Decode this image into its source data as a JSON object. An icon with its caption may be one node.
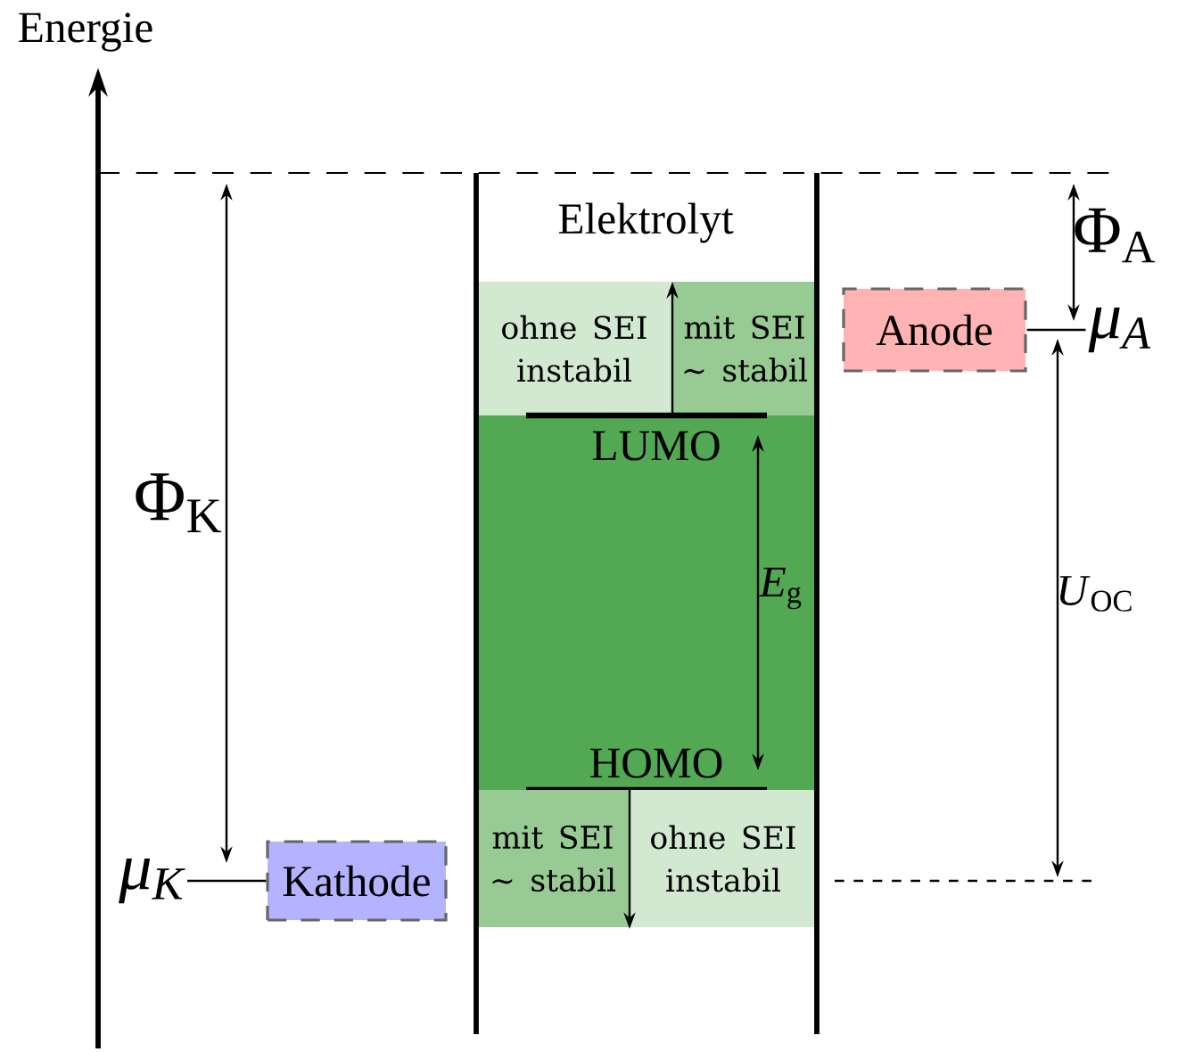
{
  "diagram": {
    "nodes": [
      {
        "text": [
          "ohne SEI instabil"
        ]
      },
      {
        "text": [
          "mit SEI ∼ stabil"
        ]
      },
      {
        "text": [
          "μ$_{A}$"
        ]
      },
      {
        "text": [
          "Anode"
        ]
      },
      {
        "text": [
          "LUMO",
          "HOMO"
        ]
      },
      {
        "text": [
          "μ$_{K}$"
        ]
      },
      {
        "text": [
          "Kathode"
        ]
      },
      {
        "text": [
          "mit SEI ∼ stabil"
        ]
      },
      {
        "text": [
          "ohne SEI instabil"
        ]
      }
    ],
    "edges": [
      {
        "from": 3,
        "to": 2,
        "arrow": "none"
      },
      {
        "from": 5,
        "to": 6,
        "arrow": "none"
      }
    ],
    "labels": [
      "Energie",
      "Elektrolyt",
      "Φ$_{A}$",
      "Φ$_{K}$",
      "*E*$_{g}$",
      "*U*$_{OC}$"
    ]
  }
}
